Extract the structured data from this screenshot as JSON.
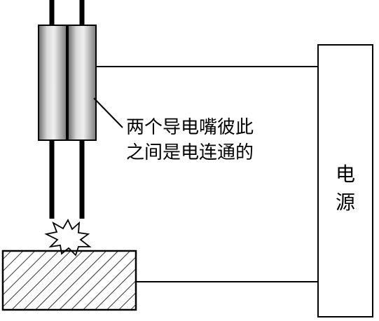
{
  "annotation": {
    "line1": "两个导电嘴彼此",
    "line2": "之间是电连通的"
  },
  "power_source": {
    "char1": "电",
    "char2": "源"
  },
  "colors": {
    "stroke": "#000000",
    "background": "#ffffff",
    "nozzle_dark": "#555555",
    "nozzle_light": "#e8e8e8",
    "spark_fill": "#ffffff"
  },
  "icons": {
    "spark": "spark-burst-icon",
    "workpiece": "hatched-workpiece"
  }
}
